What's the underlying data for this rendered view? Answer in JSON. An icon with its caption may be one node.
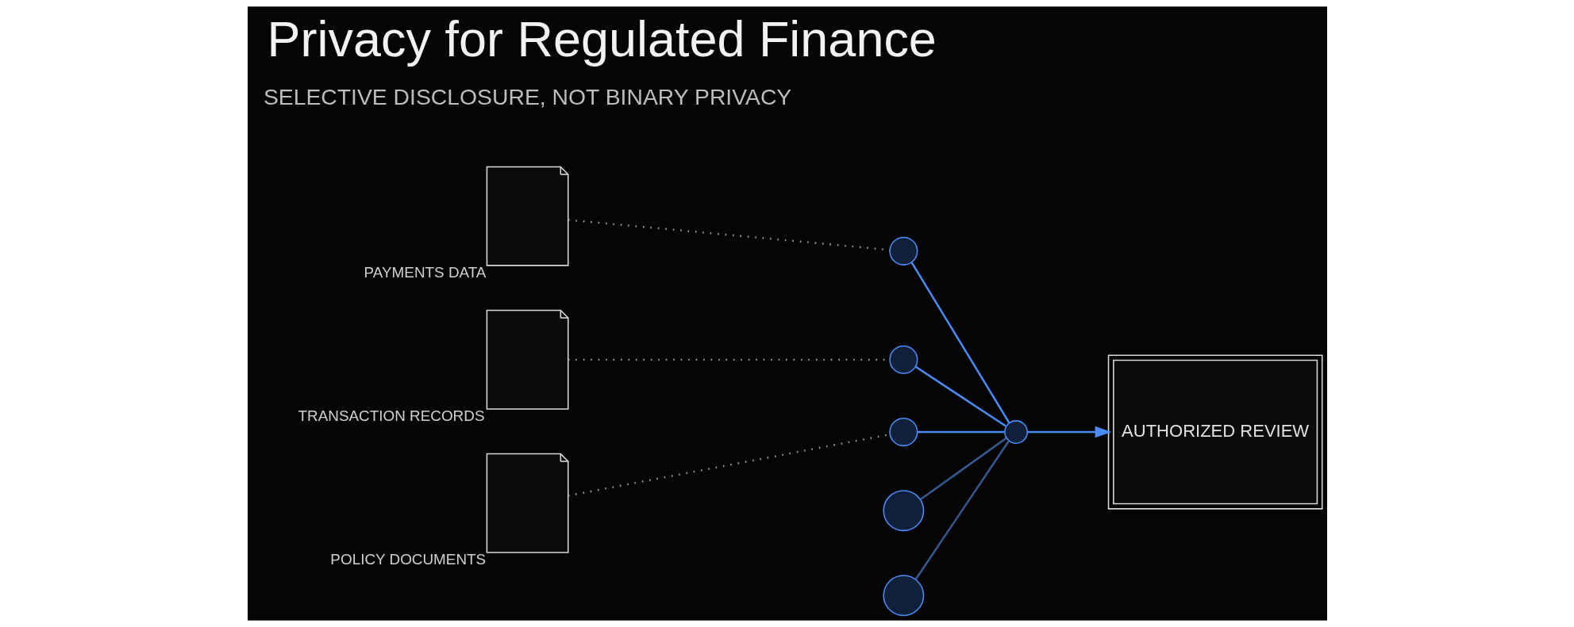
{
  "diagram": {
    "title": "Privacy for Regulated Finance",
    "nodes": [
      {
        "text": [],
        "shape": "picture",
        "beside": [
          "PAYMENTS DATA"
        ]
      },
      {
        "text": [],
        "shape": "picture",
        "beside": [
          "TRANSACTION RECORDS"
        ]
      },
      {
        "text": [],
        "shape": "picture",
        "beside": [
          "POLICY DOCUMENTS"
        ]
      },
      {
        "text": [],
        "shape": "circle"
      },
      {
        "text": [],
        "shape": "circle"
      },
      {
        "text": [],
        "shape": "circle"
      },
      {
        "text": [],
        "shape": "circle"
      },
      {
        "text": [],
        "shape": "circle"
      },
      {
        "text": [],
        "shape": "circle"
      },
      {
        "text": [
          "AUTHORIZED REVIEW"
        ]
      }
    ],
    "edges": [
      {
        "from": 0,
        "to": 3,
        "arrow": "none",
        "style": "dashed",
        "color": "#9a9a9a"
      },
      {
        "from": 1,
        "to": 4,
        "arrow": "none",
        "style": "dashed",
        "color": "#9a9a9a"
      },
      {
        "from": 2,
        "to": 5,
        "arrow": "none",
        "style": "dashed",
        "color": "#9a9a9a"
      },
      {
        "from": 3,
        "to": 8,
        "arrow": "none"
      },
      {
        "from": 4,
        "to": 8,
        "arrow": "none"
      },
      {
        "from": 5,
        "to": 8,
        "arrow": "none"
      },
      {
        "from": 6,
        "to": 8,
        "arrow": "none",
        "color": "#35588f"
      },
      {
        "from": 7,
        "to": 8,
        "arrow": "none",
        "color": "#35588f"
      },
      {
        "from": 8,
        "to": 9,
        "arrow": "to"
      }
    ],
    "labels": [
      "SELECTIVE DISCLOSURE, NOT BINARY PRIVACY"
    ]
  }
}
